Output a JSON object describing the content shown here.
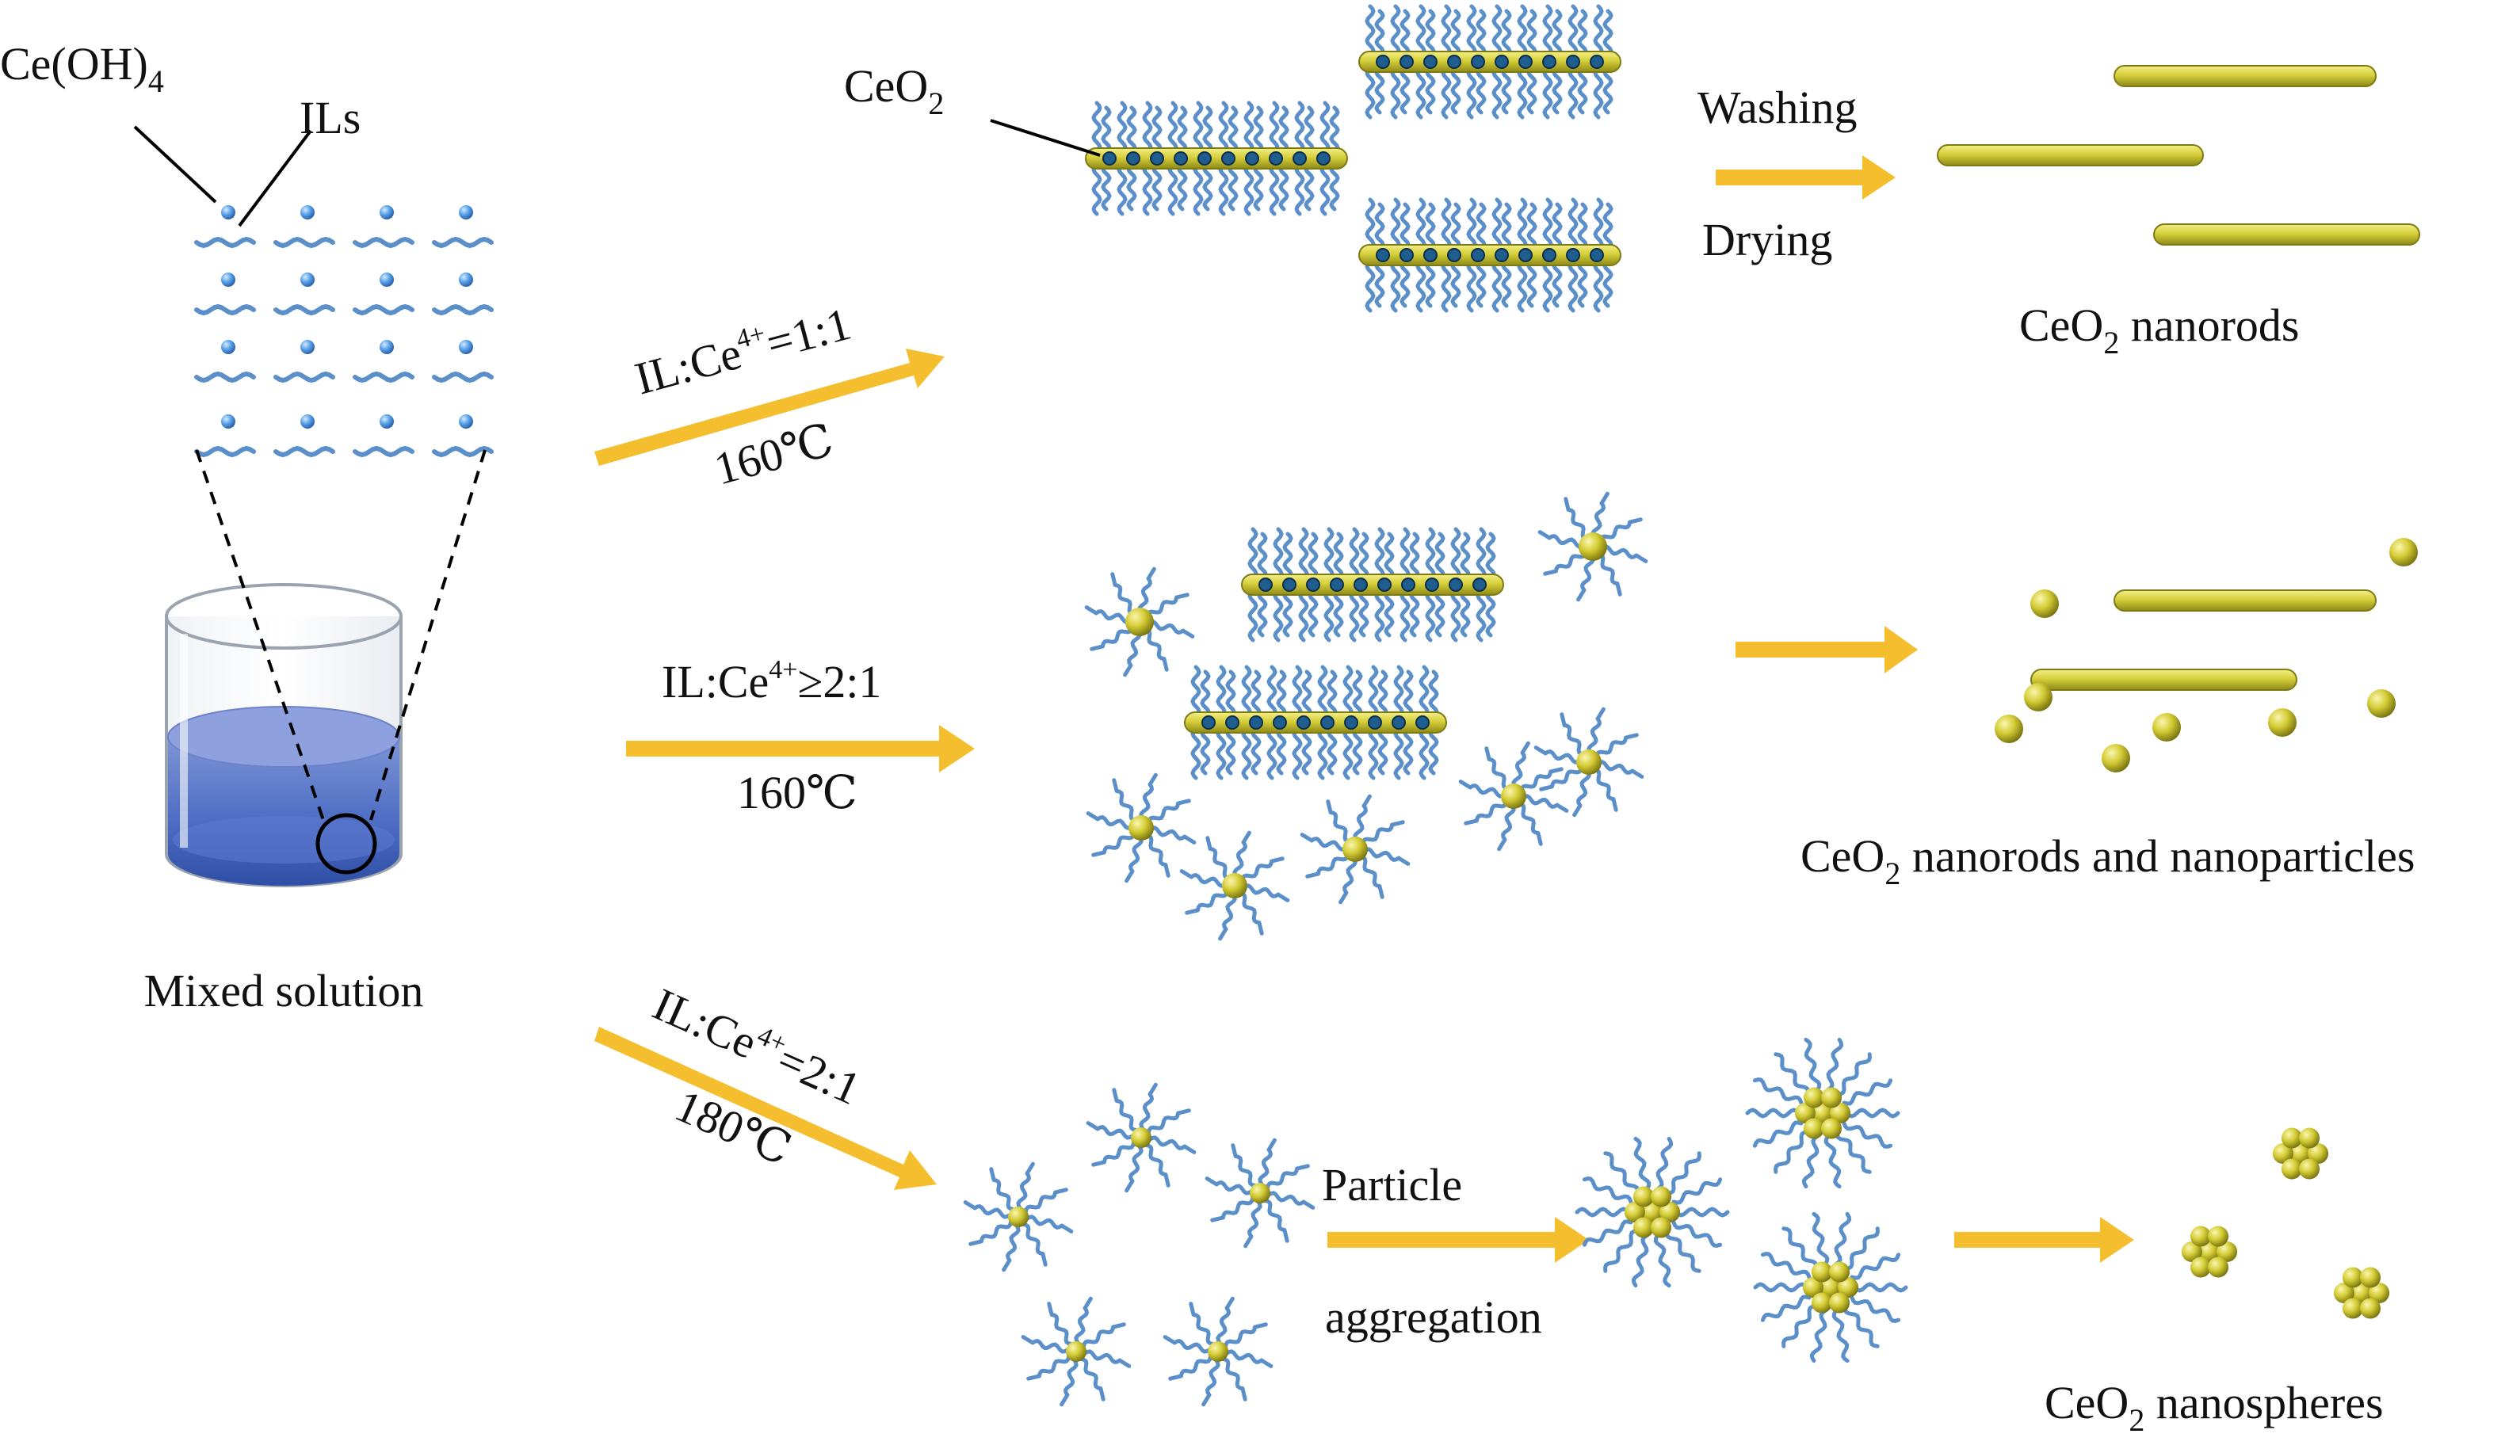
{
  "labels": {
    "ce_oh": "Ce(OH)",
    "ce_oh_sub": "4",
    "ils": "ILs",
    "mixed": "Mixed solution",
    "ceo2_pointer": "CeO",
    "ceo2_pointer_sub": "2",
    "washing": "Washing",
    "drying": "Drying",
    "nanorods_pre": "CeO",
    "nanorods_sub": "2",
    "nanorods_post": " nanorods",
    "mixed_prod_pre": "CeO",
    "mixed_prod_sub": "2",
    "mixed_prod_post": " nanorods and nanoparticles",
    "spheres_pre": "CeO",
    "spheres_sub": "2",
    "spheres_post": " nanospheres",
    "particle": "Particle",
    "aggregation": "aggregation"
  },
  "conditions": {
    "r1_pre": "IL:Ce",
    "r1_sup": "4+",
    "r1_post": "=1:1",
    "r1_temp": "160℃",
    "r2_pre": "IL:Ce",
    "r2_sup": "4+",
    "r2_post": "≥2:1",
    "r2_temp": "160℃",
    "r3_pre": "IL:Ce",
    "r3_sup": "4+",
    "r3_post": "=2:1",
    "r3_temp": "180℃"
  },
  "colors": {
    "arrow": "#F5BE2E",
    "rod": "#C9C22A",
    "sphere": "#C9C22A",
    "ligand": "#5B8FC9",
    "dot": "#4C8FD8",
    "liquid": "#3E5FB5"
  }
}
